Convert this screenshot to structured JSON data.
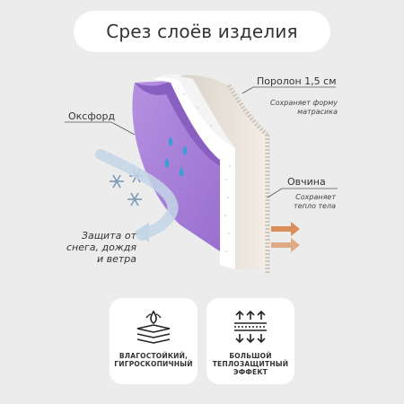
{
  "title": "Срез слоёв изделия",
  "layers": {
    "oxford": {
      "name": "Оксфорд"
    },
    "foam": {
      "name": "Поролон 1,5 см",
      "desc_line1": "Сохраняет форму",
      "desc_line2": "матрасика"
    },
    "sheepskin": {
      "name": "Овчина",
      "desc_line1": "Сохраняет",
      "desc_line2": "тепло тела"
    }
  },
  "protection": {
    "line1": "Защита от",
    "line2": "снега, дождя",
    "line3": "и ветра"
  },
  "features": [
    {
      "icon": "water-drop-layers-icon",
      "line1": "ВЛАГОСТОЙКИЙ,",
      "line2": "ГИГРОСКОПИЧНЫЙ"
    },
    {
      "icon": "thermal-layers-icon",
      "line1": "БОЛЬШОЙ",
      "line2": "ТЕПЛОЗАЩИТНЫЙ",
      "line3": "ЭФФЕКТ"
    }
  ],
  "colors": {
    "background": "#ececec",
    "oxford": "#a77fd6",
    "oxford_dark": "#8c63c0",
    "foam": "#ffffff",
    "sheepskin": "#e9e2d9",
    "drops": "#3d9cd6",
    "arrow": "#b9cfe0",
    "heat_arrow": "#d98f5a"
  }
}
